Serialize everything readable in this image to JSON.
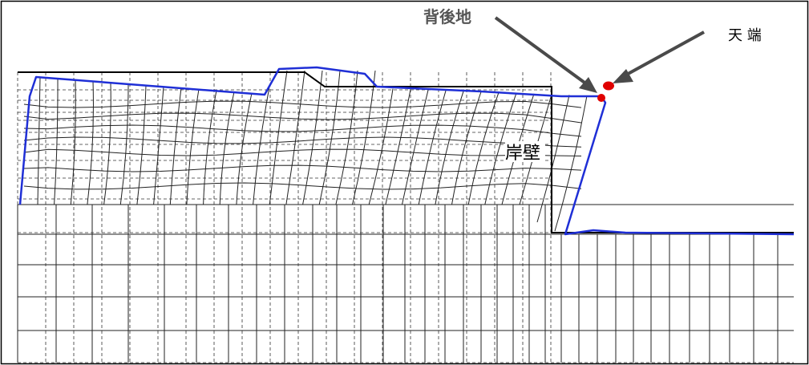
{
  "labels": {
    "backfill": "背後地",
    "crown": "天 端",
    "quay_wall": "岸壁"
  },
  "colors": {
    "frame": "#000000",
    "mesh": "#222222",
    "deformed_outline": "#1f2fd6",
    "marker": "#e00000",
    "arrow": "#505050",
    "label_gray": "#555555"
  }
}
